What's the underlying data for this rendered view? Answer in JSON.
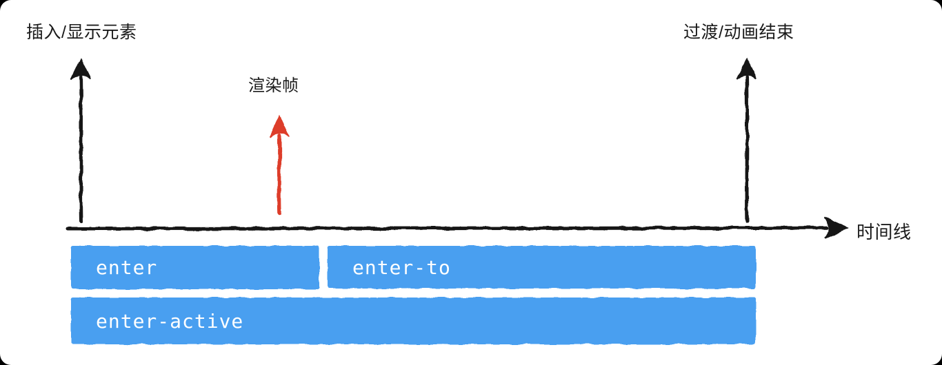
{
  "diagram": {
    "title_semantics": "vue-transition-enter-phase-timeline",
    "labels": {
      "insert_display": "插入/显示元素",
      "render_frame": "渲染帧",
      "transition_end": "过渡/动画结束",
      "timeline": "时间线"
    },
    "bars": [
      {
        "id": "enter",
        "label": "enter"
      },
      {
        "id": "enter-to",
        "label": "enter-to"
      },
      {
        "id": "enter-active",
        "label": "enter-active"
      }
    ],
    "colors": {
      "bar_blue": "#4a9ff0",
      "arrow_black": "#161616",
      "arrow_red": "#dd3e2b",
      "bar_text": "#ffffff",
      "label_text": "#1b1b1b",
      "canvas_bg": "#ffffff",
      "outer_bg": "#000000"
    }
  }
}
